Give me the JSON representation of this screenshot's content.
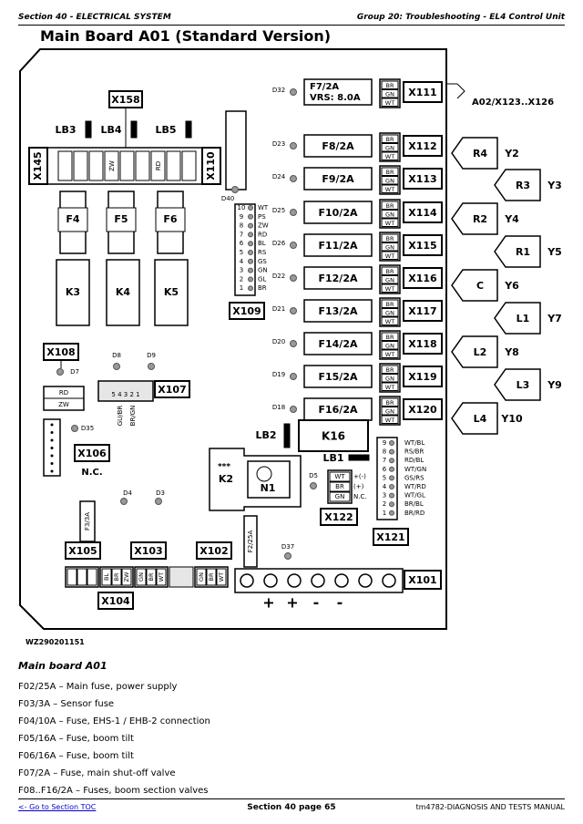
{
  "header": {
    "left": "Section 40 - ELECTRICAL SYSTEM",
    "right": "Group 20: Troubleshooting - EL4 Control Unit"
  },
  "title": "Main Board A01 (Standard Version)",
  "diagram": {
    "fuse_top": [
      "F7/2A",
      "VRS: 8.0A"
    ],
    "a02_label": "A02/X123..X126",
    "valve_fuses": [
      "F8/2A",
      "F9/2A",
      "F10/2A",
      "F11/2A",
      "F12/2A",
      "F13/2A",
      "F14/2A",
      "F15/2A",
      "F16/2A"
    ],
    "diodes_right": [
      "D32",
      "D23",
      "D24",
      "D25",
      "D26",
      "D22",
      "D21",
      "D20",
      "D19",
      "D18"
    ],
    "connectors_right": [
      "X111",
      "X112",
      "X113",
      "X114",
      "X115",
      "X116",
      "X117",
      "X118",
      "X119",
      "X120"
    ],
    "pin_labels": [
      "BR",
      "GN",
      "WT"
    ],
    "relays": [
      "R4",
      "R3",
      "R2",
      "R1",
      "C",
      "L1",
      "L2",
      "L3",
      "L4"
    ],
    "outputs": [
      "Y2",
      "Y3",
      "Y4",
      "Y5",
      "Y6",
      "Y7",
      "Y8",
      "Y9",
      "Y10"
    ],
    "left_fuses": [
      "F4",
      "F5",
      "F6"
    ],
    "left_relays": [
      "K3",
      "K4",
      "K5"
    ],
    "leds_top": [
      "LB3",
      "LB4",
      "LB5"
    ],
    "x158": "X158",
    "x145": "X145",
    "x110": "X110",
    "zw": "ZW",
    "rd": "RD",
    "d40": "D40",
    "x109": "X109",
    "x109_pins": [
      "10",
      "9",
      "8",
      "7",
      "6",
      "5",
      "4",
      "3",
      "2",
      "1"
    ],
    "x109_colors": [
      "WT",
      "PS",
      "ZW",
      "RD",
      "BL",
      "RS",
      "GS",
      "GN",
      "GL",
      "BR"
    ],
    "x108": "X108",
    "d7": "D7",
    "rd_zw": [
      "RD",
      "ZW"
    ],
    "d8": "D8",
    "d9": "D9",
    "x107": "X107",
    "x107_pins": "5 4 3 2 1",
    "x107_colors": [
      "GU/BR",
      "BR/GN"
    ],
    "d35": "D35",
    "x106": "X106",
    "nc": "N.C.",
    "d4": "D4",
    "d3": "D3",
    "f3": "F3/3A",
    "f2": "F2/25A",
    "d37": "D37",
    "lb2": "LB2",
    "k16": "K16",
    "lb1": "LB1",
    "k2": "K2",
    "stars": "***",
    "n1": "N1",
    "d5": "D5",
    "x122": "X122",
    "x122_pins": [
      "WT",
      "BR",
      "GN"
    ],
    "x122_signs": [
      "+(-)",
      "(+)",
      "N.C."
    ],
    "x121": "X121",
    "x121_pins": [
      "9",
      "8",
      "7",
      "6",
      "5",
      "4",
      "3",
      "2",
      "1"
    ],
    "x121_colors": [
      "WT/BL",
      "RS/BR",
      "RD/BL",
      "WT/GN",
      "GS/RS",
      "WT/RD",
      "WT/GL",
      "BR/BL",
      "BR/RD"
    ],
    "x105": "X105",
    "x103": "X103",
    "x102": "X102",
    "x104": "X104",
    "x103_colors": [
      "BL",
      "BR",
      "ZW"
    ],
    "x103b_colors": [
      "GN",
      "BR",
      "WT"
    ],
    "x102_colors": [
      "GN",
      "BR",
      "WT"
    ],
    "x101": "X101",
    "polarity": [
      "+",
      "+",
      "-",
      "-"
    ]
  },
  "figure_id": "WZ290201151",
  "legend": {
    "title": "Main board A01",
    "items": [
      "F02/25A – Main fuse, power supply",
      "F03/3A – Sensor fuse",
      "F04/10A – Fuse, EHS-1 / EHB-2 connection",
      "F05/16A – Fuse, boom tilt",
      "F06/16A – Fuse, boom tilt",
      "F07/2A – Fuse, main shut-off valve",
      "F08..F16/2A – Fuses, boom section valves"
    ]
  },
  "footer": {
    "left": "<- Go to Section TOC",
    "center": "Section 40 page 65",
    "right": "tm4782-DIAGNOSIS AND TESTS MANUAL"
  }
}
